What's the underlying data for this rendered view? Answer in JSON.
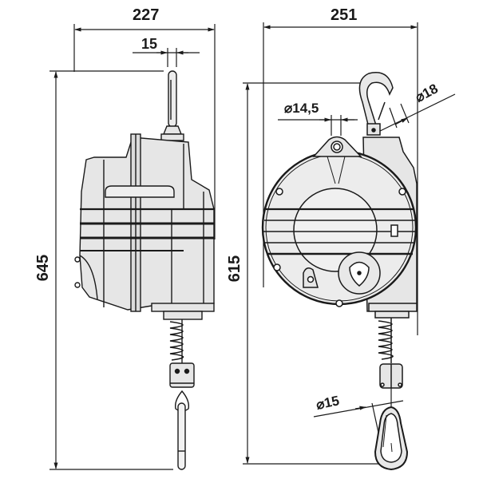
{
  "drawing": {
    "title": "Spring balancer dimensional drawing",
    "units": "mm",
    "colors": {
      "line": "#1a1a1a",
      "body_fill": "#e6e6e6",
      "background": "#ffffff"
    }
  },
  "side_view": {
    "width_label": "227",
    "shackle_width_label": "15",
    "height_label": "645"
  },
  "front_view": {
    "width_label": "251",
    "pin_diameter_label": "⌀14,5",
    "hook_diameter_label": "⌀18",
    "bottom_hook_diameter_label": "⌀15",
    "height_label": "615"
  }
}
